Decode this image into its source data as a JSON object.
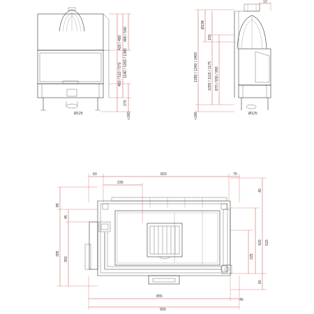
{
  "front_view": {
    "height_labels": {
      "total_top": "480 / 540",
      "total": "1140 / 1260 / 1380",
      "chamber": "420 / 480",
      "chamber_lower": "450 / 510 / 570",
      "base": "270",
      "leg": "+180"
    },
    "flue_diameter": "Ø125"
  },
  "side_view": {
    "width_top": "10",
    "flue_diameter_top": "Ø198",
    "offset": "150",
    "height_labels": {
      "total": "1280 / 1340 / 1400",
      "mid": "1055 / 1115 / 1175",
      "lower": "870 / 930 / 990",
      "leg": "+180"
    },
    "flue_diameter": "Ø125"
  },
  "plan_view": {
    "top_dims": {
      "left": "60",
      "main": "820",
      "right": "75",
      "inner": "235"
    },
    "right_dims": {
      "top": "40",
      "height": "520",
      "mid": "420",
      "lower": "225",
      "bottom": "60"
    },
    "left_dims": {
      "top": "85",
      "small": "45",
      "outer": "395",
      "inner": "350"
    },
    "bottom_dims": {
      "inner": "855",
      "outer": "900",
      "side": "45"
    }
  }
}
